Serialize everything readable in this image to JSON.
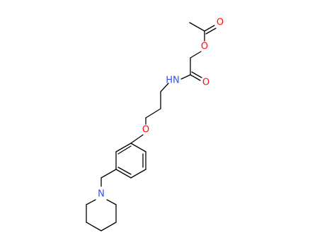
{
  "molecule": {
    "atoms": {
      "o_carbonyl_ester": {
        "symbol": "O",
        "color": "#ff0d0d"
      },
      "o_ester": {
        "symbol": "O",
        "color": "#ff0d0d"
      },
      "o_amide": {
        "symbol": "O",
        "color": "#ff0d0d"
      },
      "n_amide": {
        "symbol": "HN",
        "color": "#3050f8"
      },
      "o_ether": {
        "symbol": "O",
        "color": "#ff0d0d"
      },
      "n_piperidine": {
        "symbol": "N",
        "color": "#3050f8"
      }
    }
  }
}
